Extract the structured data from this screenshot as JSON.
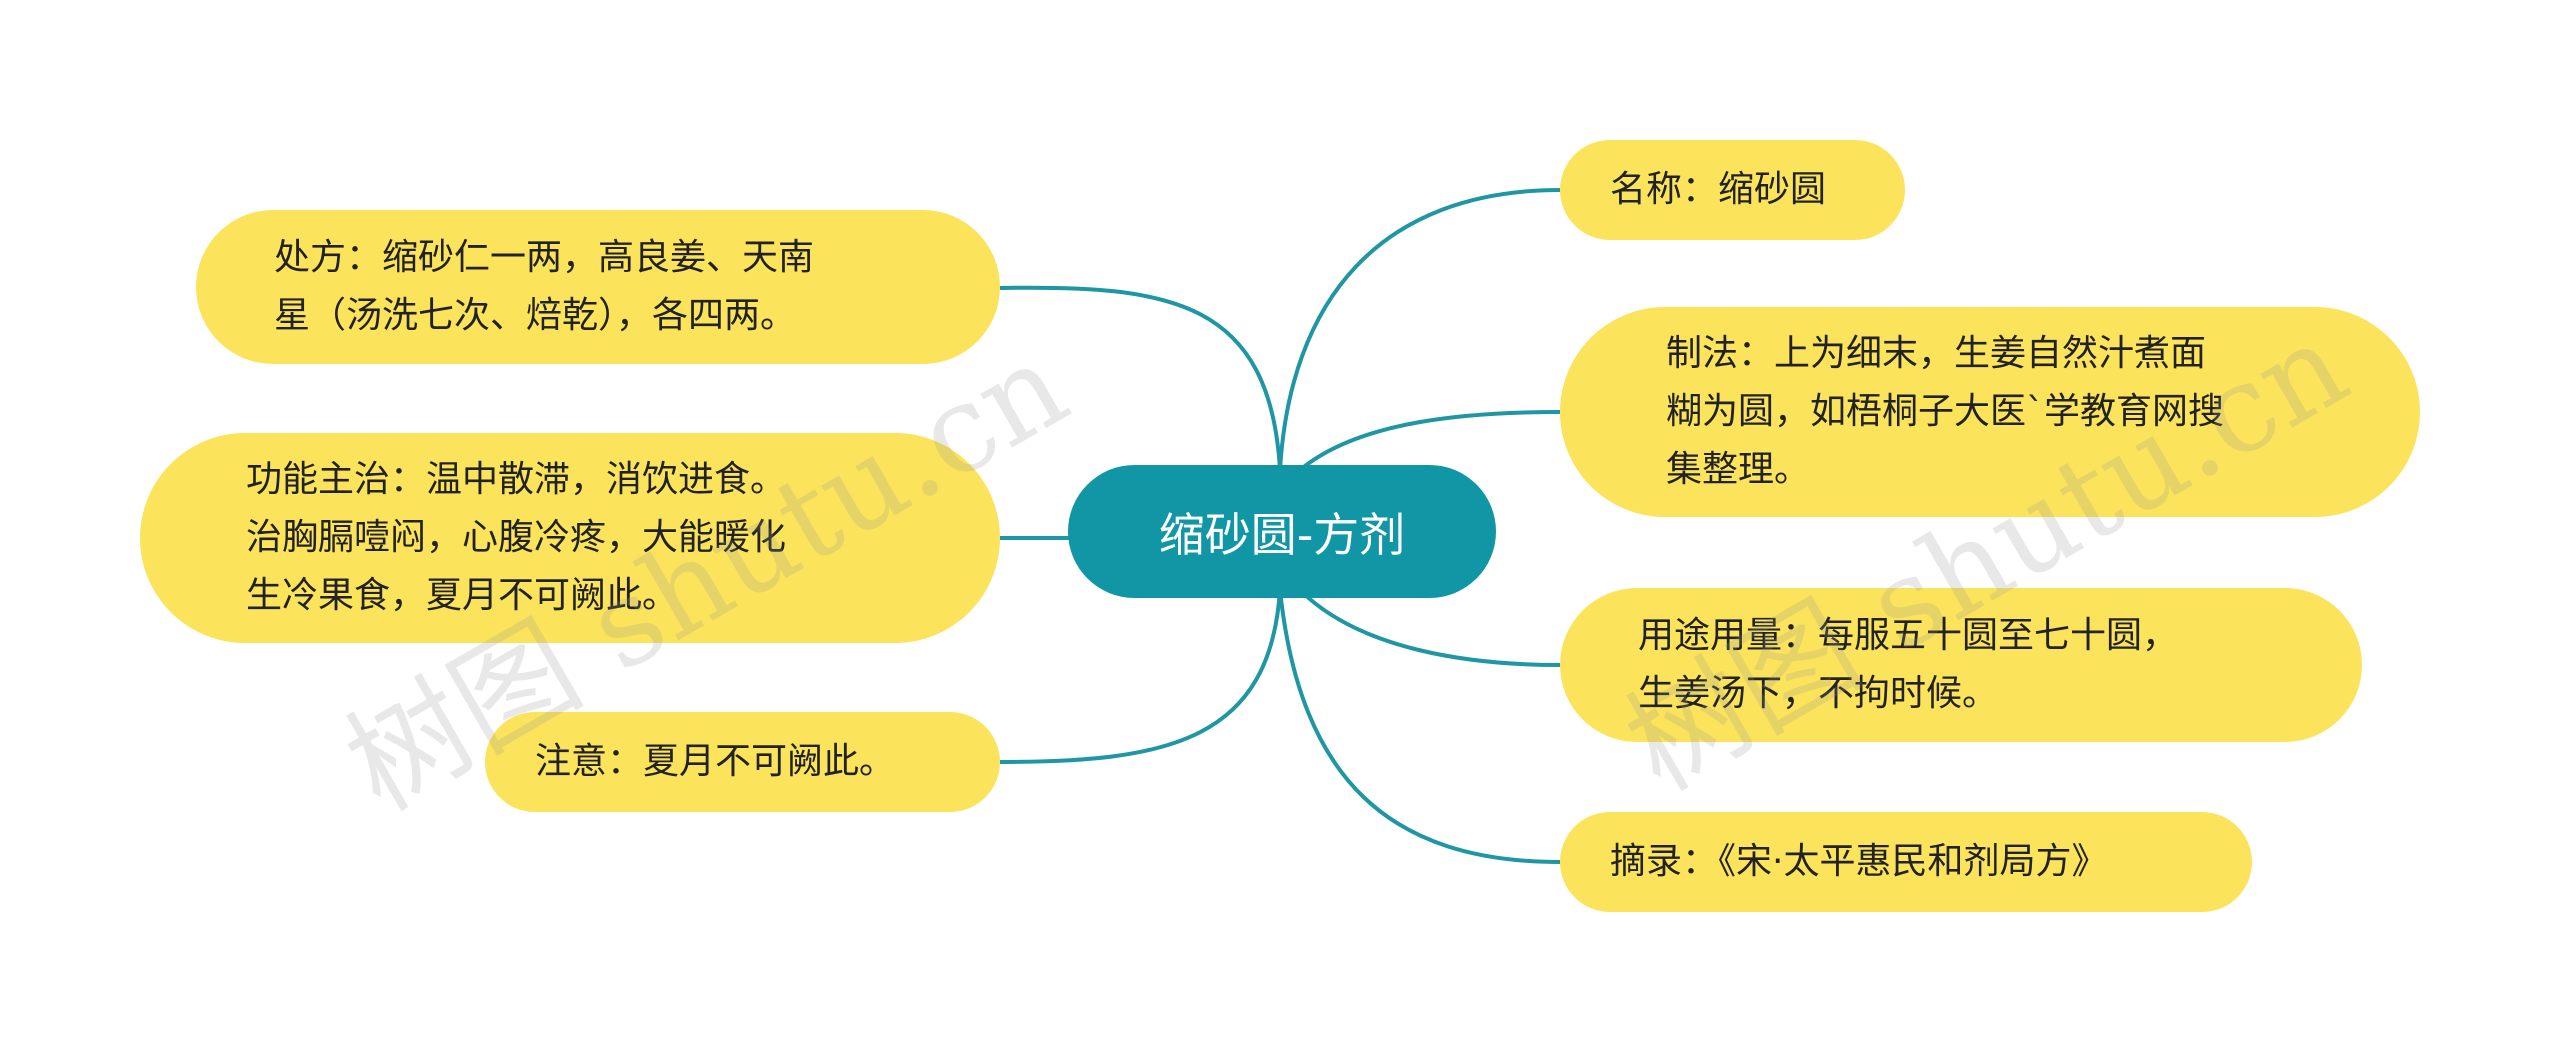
{
  "center": {
    "label": "缩砂圆-方剂"
  },
  "branches": {
    "name": "名称：缩砂圆",
    "method": "制法：上为细末，生姜自然汁煮面\n糊为圆，如梧桐子大医`学教育网搜\n集整理。",
    "usage": "用途用量：每服五十圆至七十圆，\n生姜汤下，不拘时候。",
    "source": "摘录：《宋·太平惠民和剂局方》",
    "prescription": "处方：缩砂仁一两，高良姜、天南\n星（汤洗七次、焙乾），各四两。",
    "function": "功能主治：温中散滞，消饮进食。\n治胸膈噎闷，心腹冷疼，大能暖化\n生冷果食，夏月不可阙此。",
    "caution": "注意：夏月不可阙此。"
  },
  "watermark": {
    "left_text": "树图 shutu.cn",
    "right_text": "树图 shutu.cn"
  },
  "colors": {
    "center_fill": "#1196a6",
    "node_fill": "#fbe45b",
    "link": "#1e96a3",
    "text": "#222222"
  }
}
